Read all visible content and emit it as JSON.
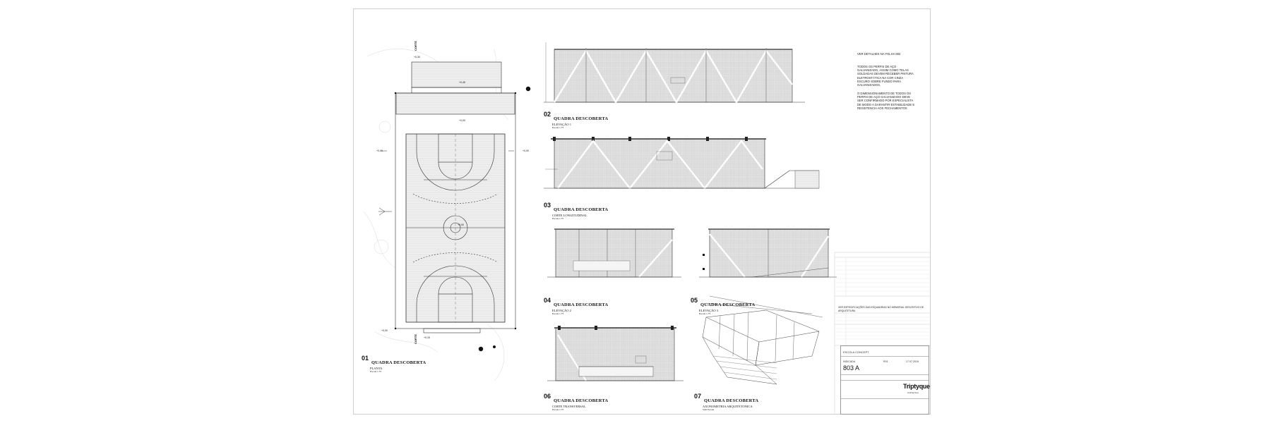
{
  "drawings": [
    {
      "num": "01",
      "title": "QUADRA DESCOBERTA",
      "sub": "PLANTA",
      "scale": "Escala 1:75"
    },
    {
      "num": "02",
      "title": "QUADRA DESCOBERTA",
      "sub": "ELEVAÇÃO 1",
      "scale": "Escala 1:75"
    },
    {
      "num": "03",
      "title": "QUADRA DESCOBERTA",
      "sub": "CORTE LONGITUDINAL",
      "scale": "Escala 1:75"
    },
    {
      "num": "04",
      "title": "QUADRA DESCOBERTA",
      "sub": "ELEVAÇÃO 2",
      "scale": "Escala 1:75"
    },
    {
      "num": "05",
      "title": "QUADRA DESCOBERTA",
      "sub": "ELEVAÇÃO 3",
      "scale": "Escala 1:75"
    },
    {
      "num": "06",
      "title": "QUADRA DESCOBERTA",
      "sub": "CORTE TRANSVERSAL",
      "scale": "Escala 1:75"
    },
    {
      "num": "07",
      "title": "QUADRA DESCOBERTA",
      "sub": "AXONOMETRIA ARQUITETONICA",
      "scale": "Sem Escala"
    }
  ],
  "notes": {
    "n1": "VER DETALHES NA FOLHA 802",
    "n2": [
      "TODOS OS PERFIS DE AÇO",
      "GALVANIZADO, ASSIM COMO TELAS",
      "SOLDADAS DEVEM RECEBER PINTURA",
      "ELETROSTÁTICA NA COR CINZA",
      "ESCURO SOBRE FUNDO PARA",
      "GALVANIZADOS."
    ],
    "n3": [
      "O DIMENSIONAMENTO DE TODOS OS",
      "PERFIS DE AÇO GALVANIZADO DEVE",
      "SER CONFIRMADO POR ESPECIALISTA",
      "DE MODO A GARANTIR ESTABILIDADE E",
      "RESISTENCIA AOS FECHAMENTOS"
    ],
    "esquadrias": "VER ESPECIFICAÇÕES DAS ESQUADRIAS NO MEMORIAL DESCRITIVO DE ARQUITETURA"
  },
  "titleblock": {
    "project": "ESCOLA CONCEPT",
    "sheet": "803 A",
    "rev": "R01",
    "scale": "INDICADA",
    "date": "17.07.2019",
    "firm": "Triptyque",
    "firm_sub": "Architecture"
  },
  "colors": {
    "line": "#333333",
    "hatch": "#9a9a9a",
    "light": "#cfcfcf"
  }
}
